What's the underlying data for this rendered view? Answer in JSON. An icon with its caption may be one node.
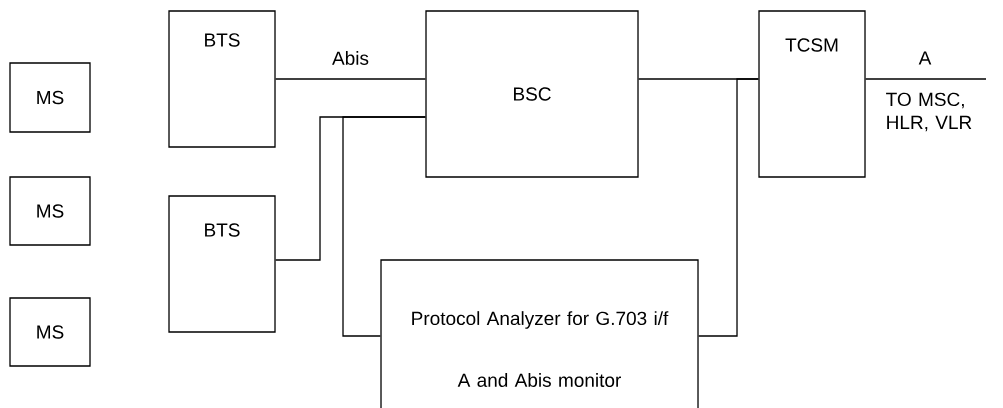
{
  "diagram": {
    "nodes": [
      {
        "text": [
          "MS"
        ]
      },
      {
        "text": [
          "MS"
        ]
      },
      {
        "text": [
          "MS"
        ]
      },
      {
        "text": [
          "BTS"
        ]
      },
      {
        "text": [
          "BTS"
        ]
      },
      {
        "text": [
          "BSC"
        ]
      },
      {
        "text": [
          "TCSM"
        ]
      },
      {
        "text": [
          "Protocol Analyzer for G.703 i/f",
          "A and Abis monitor"
        ]
      }
    ],
    "edges": [
      {
        "from": 3,
        "to": 5,
        "arrow": "none",
        "label": "Abis"
      },
      {
        "from": 4,
        "to": 5,
        "arrow": "none"
      },
      {
        "from": 7,
        "to": 5,
        "arrow": "none"
      },
      {
        "from": 5,
        "to": 6,
        "arrow": "none"
      },
      {
        "from": 7,
        "to": 6,
        "arrow": "none"
      },
      {
        "from": 6,
        "to": null,
        "arrow": "none",
        "label": "A"
      }
    ],
    "labels": [
      "TO MSC, HLR, VLR"
    ]
  }
}
